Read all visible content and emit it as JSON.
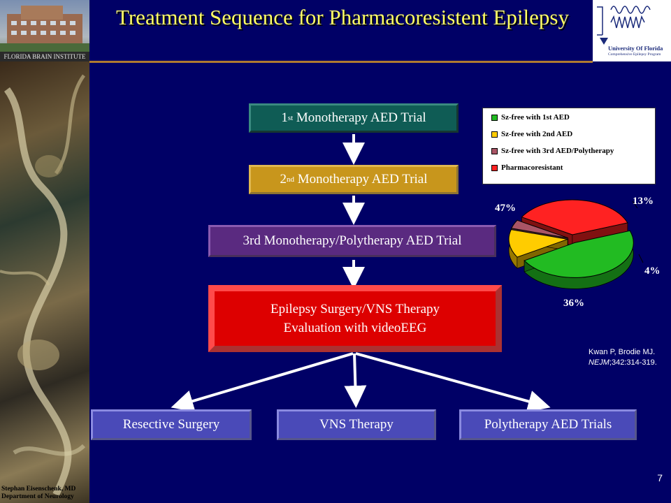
{
  "header": {
    "title": "Treatment Sequence for Pharmacoresistent Epilepsy",
    "building_caption": "FLORIDA BRAIN INSTITUTE",
    "logo_line1": "University Of Florida",
    "logo_line2": "Comprehensive Epilepsy Program"
  },
  "flow": {
    "step1": {
      "ordinal": "1",
      "suffix": "st",
      "text": " Monotherapy AED Trial"
    },
    "step2": {
      "ordinal": "2",
      "suffix": "nd",
      "text": " Monotherapy AED Trial"
    },
    "step3": {
      "text": "3rd Monotherapy/Polytherapy AED Trial"
    },
    "step4": {
      "line1": "Epilepsy Surgery/VNS Therapy",
      "line2": "Evaluation with videoEEG"
    },
    "outcomes": [
      "Resective Surgery",
      "VNS Therapy",
      "Polytherapy AED Trials"
    ]
  },
  "chart_data": {
    "type": "pie",
    "three_d": true,
    "legend_position": "top",
    "series": [
      {
        "name": "Sz-free with 1st AED",
        "value": 47,
        "label": "47%",
        "color": "#22bb22"
      },
      {
        "name": "Sz-free with 2nd AED",
        "value": 13,
        "label": "13%",
        "color": "#ffcc00"
      },
      {
        "name": "Sz-free with 3rd AED/Polytherapy",
        "value": 4,
        "label": "4%",
        "color": "#aa5566"
      },
      {
        "name": "Pharmacoresistant",
        "value": 36,
        "label": "36%",
        "color": "#ff2222"
      }
    ]
  },
  "citation": {
    "line1": "Kwan P, Brodie MJ.",
    "journal": "NEJM",
    "rest": ";342:314-319."
  },
  "footer": {
    "author": "Stephan Eisenschenk, MD",
    "department": "Department of Neurology",
    "page_number": "7"
  }
}
